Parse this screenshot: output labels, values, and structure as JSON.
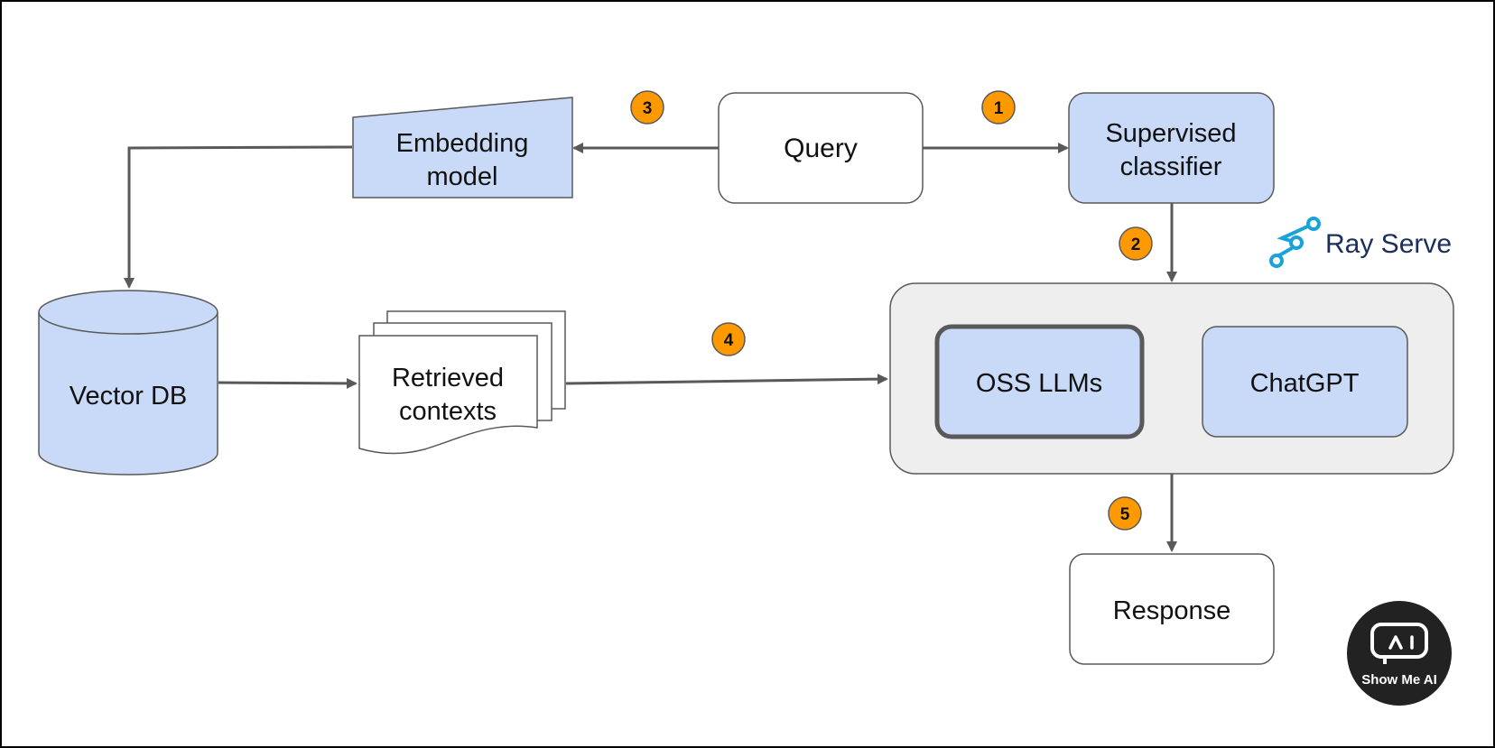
{
  "nodes": {
    "query": "Query",
    "embedding_model": [
      "Embedding",
      "model"
    ],
    "supervised_classifier": [
      "Supervised",
      "classifier"
    ],
    "vector_db": "Vector DB",
    "retrieved_contexts": [
      "Retrieved",
      "contexts"
    ],
    "oss_llms": "OSS LLMs",
    "chatgpt": "ChatGPT",
    "response": "Response"
  },
  "steps": [
    "1",
    "2",
    "3",
    "4",
    "5"
  ],
  "ray_serve_logo": "Ray Serve",
  "watermark": "Show Me AI",
  "colors": {
    "node_fill": "#c9daf8",
    "node_stroke": "#595959",
    "container_fill": "#eeeeee",
    "badge_fill": "#ff9900",
    "arrow": "#595959",
    "ray_blue": "#1aa3d9",
    "ray_text": "#1b2f5b"
  }
}
